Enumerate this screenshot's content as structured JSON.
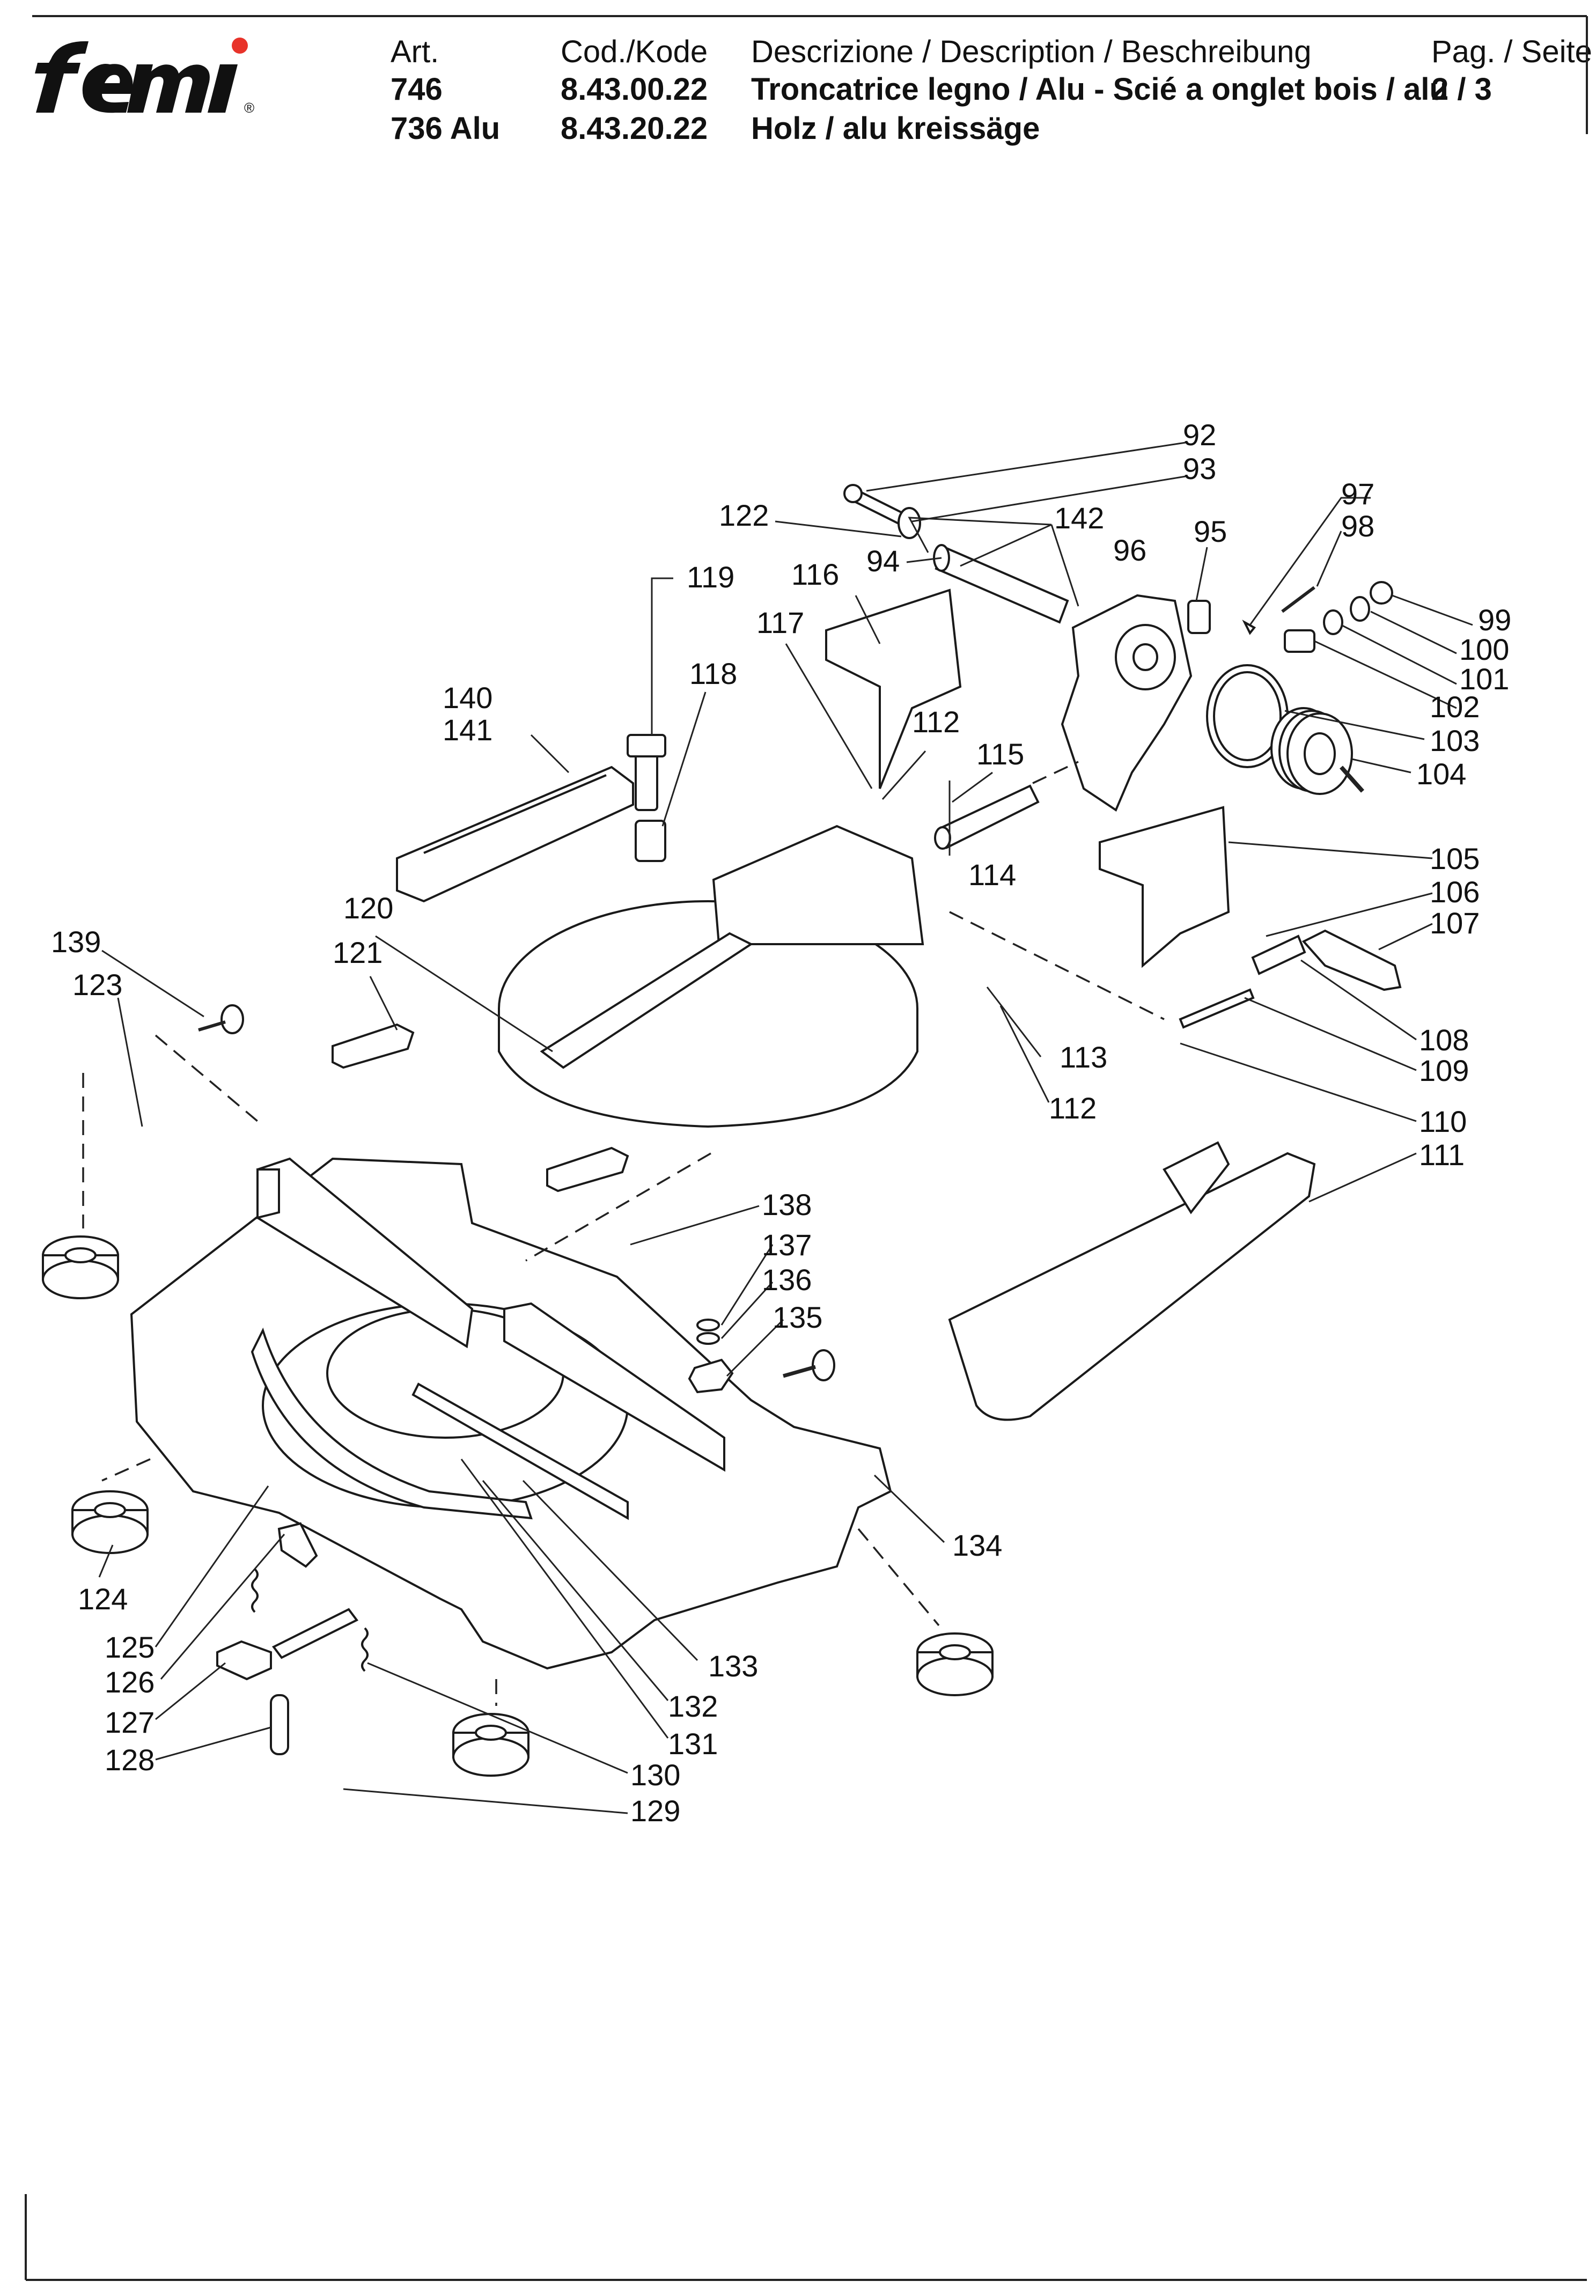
{
  "brand": {
    "name": "femi",
    "registered": "®",
    "dot_color": "#e8332a"
  },
  "header": {
    "art_label": "Art.",
    "art_values": [
      "746",
      "736 Alu"
    ],
    "code_label": "Cod./Kode",
    "code_values": [
      "8.43.00.22",
      "8.43.20.22"
    ],
    "desc_label": "Descrizione / Description / Beschreibung",
    "desc_values": [
      "Troncatrice legno / Alu - Scié a onglet bois / alu",
      "Holz / alu kreissäge"
    ],
    "page_label": "Pag. / Seite",
    "page_value": "2 / 3"
  },
  "callouts": {
    "c92": "92",
    "c93": "93",
    "c94": "94",
    "c95": "95",
    "c96": "96",
    "c97": "97",
    "c98": "98",
    "c99": "99",
    "c100": "100",
    "c101": "101",
    "c102": "102",
    "c103": "103",
    "c104": "104",
    "c105": "105",
    "c106": "106",
    "c107": "107",
    "c108": "108",
    "c109": "109",
    "c110": "110",
    "c111": "111",
    "c112a": "112",
    "c112b": "112",
    "c113": "113",
    "c114": "114",
    "c115": "115",
    "c116": "116",
    "c117": "117",
    "c118": "118",
    "c119": "119",
    "c120": "120",
    "c121": "121",
    "c122": "122",
    "c123": "123",
    "c124": "124",
    "c125": "125",
    "c126": "126",
    "c127": "127",
    "c128": "128",
    "c129": "129",
    "c130": "130",
    "c131": "131",
    "c132": "132",
    "c133": "133",
    "c134": "134",
    "c135": "135",
    "c136": "136",
    "c137": "137",
    "c138": "138",
    "c139": "139",
    "c140": "140",
    "c141": "141",
    "c142": "142"
  }
}
